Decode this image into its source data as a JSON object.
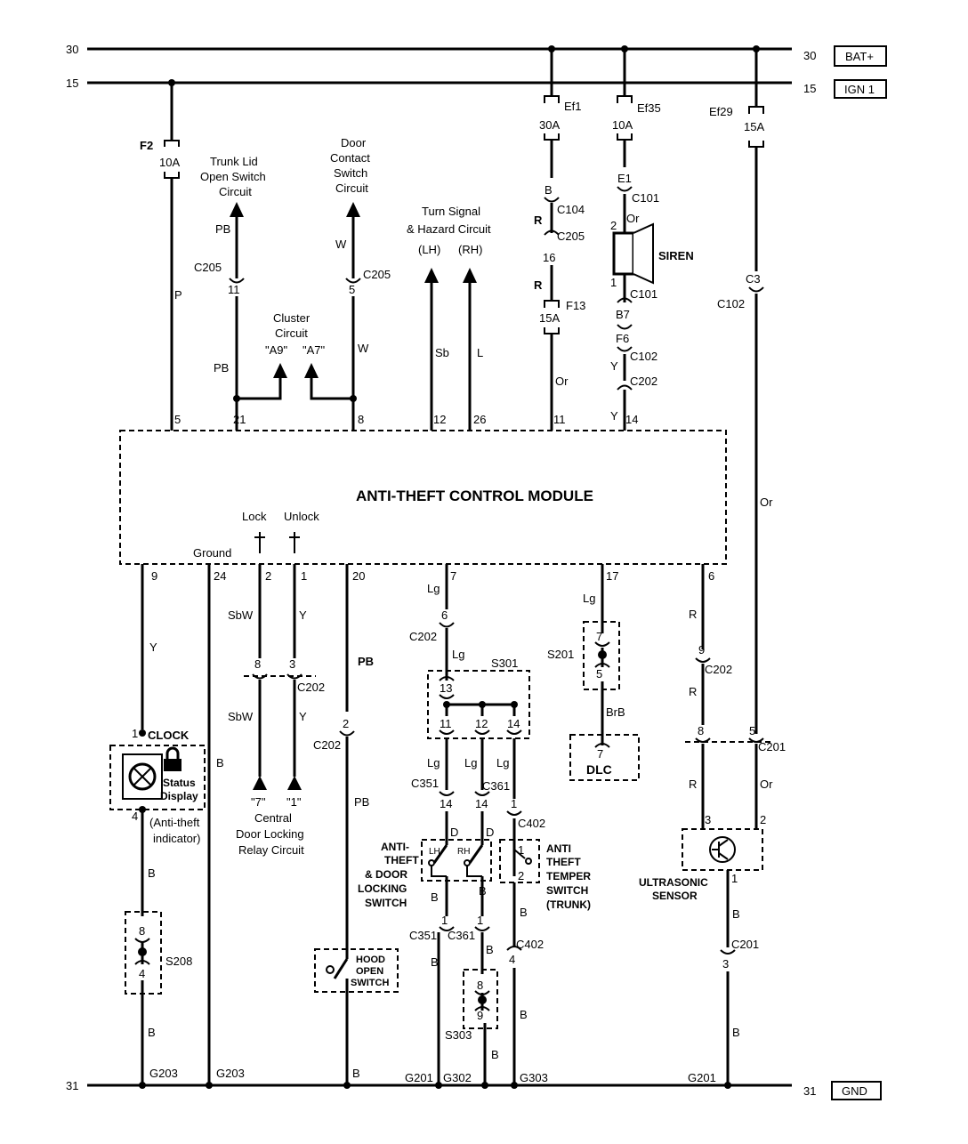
{
  "rails": {
    "bat_num_left": "30",
    "bat_num_right": "30",
    "bat_label": "BAT+",
    "ign_num_left": "15",
    "ign_num_right": "15",
    "ign_label": "IGN 1",
    "gnd_num_left": "31",
    "gnd_num_right": "31",
    "gnd_label": "GND"
  },
  "fuses": {
    "f2_name": "F2",
    "f2_rating": "10A",
    "ef1_name": "Ef1",
    "ef1_rating": "30A",
    "ef35_name": "Ef35",
    "ef35_rating": "10A",
    "ef29_name": "Ef29",
    "ef29_rating": "15A",
    "f13_name": "F13",
    "f13_rating": "15A",
    "f6_name": "F6"
  },
  "module": {
    "title": "ANTI-THEFT CONTROL MODULE",
    "ground": "Ground",
    "lock": "Lock",
    "unlock": "Unlock",
    "pins_top": [
      "5",
      "21",
      "8",
      "12",
      "26",
      "11",
      "14"
    ],
    "pins_bottom": [
      "9",
      "24",
      "2",
      "1",
      "20",
      "7",
      "17",
      "6"
    ]
  },
  "circuits": {
    "trunk": [
      "Trunk Lid",
      "Open Switch",
      "Circuit"
    ],
    "door": [
      "Door",
      "Contact",
      "Switch",
      "Circuit"
    ],
    "turn": [
      "Turn Signal",
      "& Hazard Circuit"
    ],
    "lh": "(LH)",
    "rh": "(RH)",
    "cluster": [
      "Cluster",
      "Circuit"
    ],
    "a9": "\"A9\"",
    "a7": "\"A7\"",
    "central": [
      "Central",
      "Door Locking",
      "Relay Circuit"
    ],
    "r7": "\"7\"",
    "r1": "\"1\""
  },
  "wires": {
    "p": "P",
    "pb": "PB",
    "w": "W",
    "sb": "Sb",
    "l": "L",
    "r": "R",
    "or": "Or",
    "y": "Y",
    "b": "B",
    "lg": "Lg",
    "sbw": "SbW",
    "brb": "BrB",
    "d": "D"
  },
  "connectors": {
    "c205": "C205",
    "c104": "C104",
    "c101": "C101",
    "c102": "C102",
    "c202": "C202",
    "c201": "C201",
    "c351": "C351",
    "c361": "C361",
    "c402": "C402",
    "e1": "E1",
    "b": "B",
    "b7": "B7",
    "c3": "C3",
    "n11": "11",
    "n5": "5",
    "n16": "16",
    "n2": "2",
    "n1": "1",
    "n6": "6",
    "n9": "9",
    "n8": "8",
    "n3": "3",
    "n14": "14",
    "n12": "12",
    "n13": "13",
    "n4": "4",
    "n7": "7"
  },
  "components": {
    "siren": "SIREN",
    "clock": "CLOCK",
    "status": [
      "Status",
      "Display"
    ],
    "antitheft_ind": [
      "(Anti-theft",
      "indicator)"
    ],
    "dlc": "DLC",
    "hood": [
      "HOOD",
      "OPEN",
      "SWITCH"
    ],
    "atdl": [
      "ANTI-",
      "THEFT",
      "& DOOR",
      "LOCKING",
      "SWITCH"
    ],
    "lh_sw": "LH",
    "rh_sw": "RH",
    "temper": [
      "ANTI",
      "THEFT",
      "TEMPER",
      "SWITCH",
      "(TRUNK)"
    ],
    "ultra": [
      "ULTRASONIC",
      "SENSOR"
    ]
  },
  "splices": {
    "s208": "S208",
    "s301": "S301",
    "s201": "S201",
    "s303": "S303"
  },
  "grounds": {
    "g203": "G203",
    "g201": "G201",
    "g302": "G302",
    "g303": "G303"
  }
}
